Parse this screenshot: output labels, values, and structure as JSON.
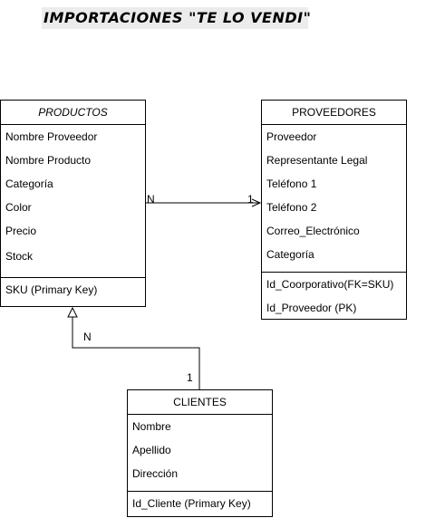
{
  "title": "IMPORTACIONES \"TE LO VENDI\"",
  "productos": {
    "name": "PRODUCTOS",
    "attributes": [
      "Nombre Proveedor",
      "Nombre Producto",
      "Categoría",
      "Color",
      "Precio",
      "Stock"
    ],
    "keys": [
      "SKU (Primary Key)"
    ]
  },
  "proveedores": {
    "name": "PROVEEDORES",
    "attributes": [
      "Proveedor",
      "Representante Legal",
      "Teléfono 1",
      "Teléfono 2",
      "Correo_Electrónico",
      "Categoría"
    ],
    "keys": [
      "Id_Coorporativo(FK=SKU)",
      "Id_Proveedor (PK)"
    ]
  },
  "clientes": {
    "name": "CLIENTES",
    "attributes": [
      "Nombre",
      "Apellido",
      "Dirección"
    ],
    "keys": [
      "Id_Cliente (Primary Key)"
    ]
  },
  "relations": {
    "productos_proveedores": {
      "from_card": "N",
      "to_card": "1"
    },
    "clientes_productos": {
      "from_card": "1",
      "to_card": "N"
    }
  }
}
